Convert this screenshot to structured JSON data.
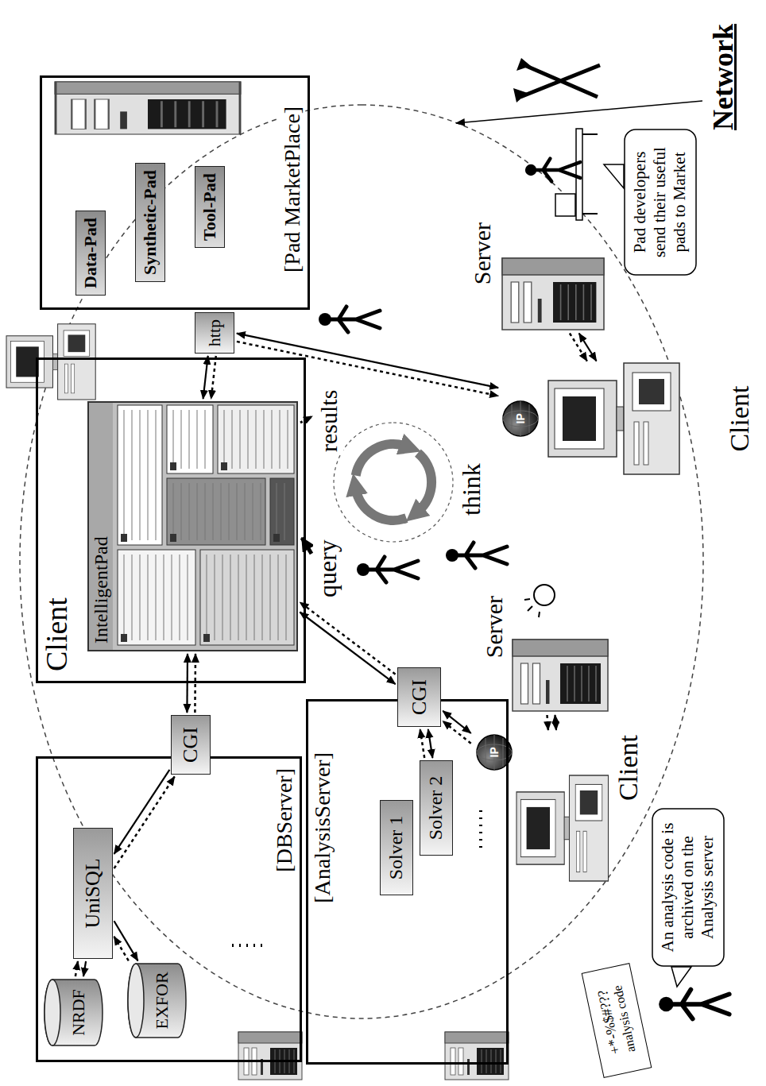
{
  "diagram": {
    "nodes": [
      {
        "text": [
          "[DBServer]"
        ]
      },
      {
        "text": [
          "UniSQL"
        ],
        "in": 0
      },
      {
        "text": [
          "NRDF"
        ],
        "in": 0
      },
      {
        "text": [
          "EXFOR"
        ],
        "in": 0
      },
      {
        "text": [
          "CGI"
        ],
        "in": 0
      },
      {
        "text": [
          "[AnalysisServer]"
        ]
      },
      {
        "text": [
          "CGI"
        ],
        "in": 5
      },
      {
        "text": [
          "Solver 1"
        ],
        "in": 5
      },
      {
        "text": [
          "Solver 2"
        ],
        "in": 5
      },
      {
        "text": [
          "Client"
        ]
      },
      {
        "text": [
          "IntelligentPad"
        ],
        "in": 9
      },
      {
        "text": [
          "http"
        ]
      },
      {
        "text": [
          "[Pad MarketPlace]"
        ]
      },
      {
        "text": [
          "Data-Pad"
        ],
        "in": 12
      },
      {
        "text": [
          "Synthetic-Pad"
        ],
        "in": 12
      },
      {
        "text": [
          "Tool-Pad"
        ],
        "in": 12
      },
      {
        "text": [
          "Server"
        ]
      },
      {
        "text": [
          "Client"
        ]
      },
      {
        "text": [
          "Server"
        ]
      },
      {
        "text": [
          "Client"
        ]
      },
      {
        "text": [
          "Pad developers send their useful pads to Market"
        ]
      },
      {
        "text": [
          "An analysis code is archived on the Analysis server"
        ]
      }
    ],
    "edges": [
      {
        "from": 10,
        "to": 4,
        "arrow": "both"
      },
      {
        "from": 4,
        "to": 10,
        "arrow": "to"
      },
      {
        "from": 4,
        "to": 1,
        "arrow": "to"
      },
      {
        "from": 1,
        "to": 4,
        "arrow": "to"
      },
      {
        "from": 1,
        "to": 2,
        "arrow": "to"
      },
      {
        "from": 2,
        "to": 1,
        "arrow": "to"
      },
      {
        "from": 1,
        "to": 3,
        "arrow": "to"
      },
      {
        "from": 3,
        "to": 1,
        "arrow": "to"
      },
      {
        "from": 10,
        "to": 6,
        "arrow": "both"
      },
      {
        "from": 6,
        "to": 10,
        "arrow": "to"
      },
      {
        "from": 6,
        "to": 8,
        "arrow": "both"
      },
      {
        "from": 8,
        "to": 6,
        "arrow": "to"
      },
      {
        "from": 6,
        "to": 19,
        "arrow": "both"
      },
      {
        "from": 19,
        "to": 6,
        "arrow": "to"
      },
      {
        "from": 19,
        "to": 18,
        "arrow": "both"
      },
      {
        "from": 18,
        "to": 19,
        "arrow": "to"
      },
      {
        "from": 10,
        "to": 11,
        "arrow": "both"
      },
      {
        "from": 11,
        "to": 10,
        "arrow": "to"
      },
      {
        "from": 11,
        "to": 17,
        "arrow": "both"
      },
      {
        "from": 11,
        "to": 17,
        "arrow": "to"
      },
      {
        "from": 17,
        "to": 16,
        "arrow": "both"
      },
      {
        "from": 16,
        "to": 17,
        "arrow": "to"
      }
    ],
    "labels": [
      "Network",
      "query",
      "results",
      "think",
      "IP",
      "IP",
      "+*-%$#???",
      "analysis code"
    ]
  }
}
